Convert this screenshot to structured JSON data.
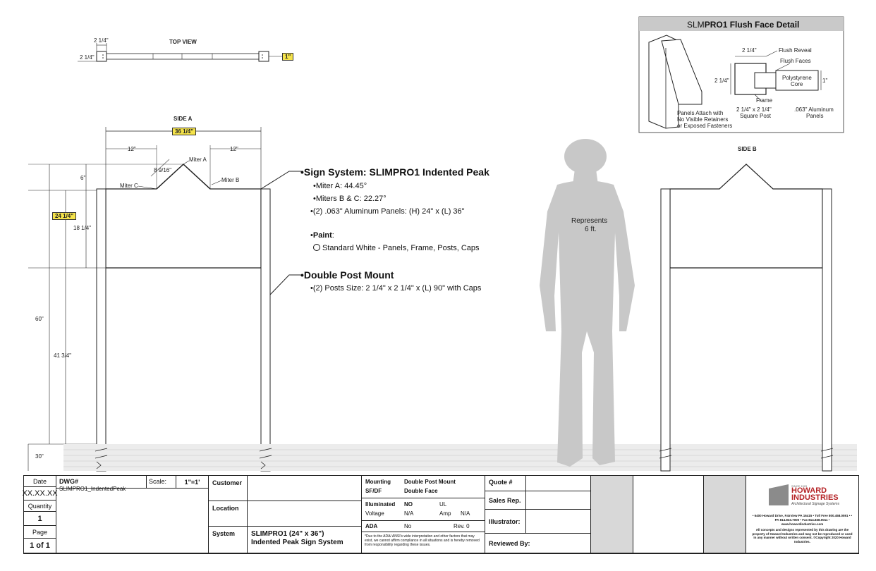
{
  "top_view": {
    "title": "TOP VIEW",
    "dim_top": "2 1/4\"",
    "dim_left": "2 1/4\"",
    "dim_right": "1\""
  },
  "side_a": {
    "title": "SIDE A",
    "overall_width": "36 1/4\"",
    "left_offset": "12\"",
    "right_offset": "12\"",
    "peak_rise": "8 9/16\"",
    "miter_a": "Miter A",
    "miter_b": "Miter B",
    "miter_c": "Miter C",
    "peak_height": "6\"",
    "total_height": "24 1/4\"",
    "panel_height": "18 1/4\"",
    "post_height": "60\"",
    "post_below_panel": "41 3/4\"",
    "post_burial": "30\""
  },
  "side_b": {
    "title": "SIDE B"
  },
  "person": {
    "line1": "Represents",
    "line2": "6 ft."
  },
  "specs": {
    "sign_title": "Sign System: SLIMPRO1 Indented Peak",
    "miter_a": "Miter A: 44.45°",
    "miters_bc": "Miters B & C: 22.27°",
    "panels": "(2) .063\" Aluminum Panels: (H) 24\" x (L) 36\"",
    "paint_label": "Paint",
    "paint_colon": ":",
    "paint_option": "Standard White - Panels, Frame, Posts, Caps",
    "mount_title": "Double Post Mount",
    "posts": "(2) Posts Size: 2 1/4\" x 2 1/4\" x (L) 90\"  with Caps"
  },
  "detail": {
    "title_prefix": "SLM",
    "title_rest": "PRO1 Flush Face Detail",
    "dim_w": "2 1/4\"",
    "dim_h": "2 1/4\"",
    "flush_reveal": "Flush Reveal",
    "flush_faces": "Flush Faces",
    "polystyrene": "Polystyrene",
    "core": "Core",
    "one_inch": "1\"",
    "frame": "Frame",
    "square_post_1": "2 1/4\" x 2 1/4\"",
    "square_post_2": "Square Post",
    "aluminum_1": ".063\" Aluminum",
    "aluminum_2": "Panels",
    "attach_1": "Panels Attach with",
    "attach_2": "No Visible Retainers",
    "attach_3": "or Exposed Fasteners"
  },
  "title_block": {
    "date_label": "Date",
    "date_value": "XX.XX.XX",
    "quantity_label": "Quantity",
    "quantity_value": "1",
    "page_label": "Page",
    "page_value": "1 of 1",
    "dwg_label": "DWG#",
    "dwg_value": "SLIMPRO1_IndentedPeak",
    "scale_label": "Scale:",
    "scale_value": "1\"=1'",
    "customer_label": "Customer",
    "location_label": "Location",
    "system_label": "System",
    "system_value_1": "SLIMPRO1 (24\" x 36\")",
    "system_value_2": "Indented Peak Sign System",
    "mounting_label": "Mounting",
    "mounting_value": "Double Post Mount",
    "sfdf_label": "SF/DF",
    "sfdf_value": "Double Face",
    "illuminated_label": "Illuminated",
    "illuminated_value": "NO",
    "ul_label": "UL",
    "voltage_label": "Voltage",
    "voltage_value": "N/A",
    "amp_label": "Amp",
    "amp_value": "N/A",
    "ada_label": "ADA",
    "ada_value": "No",
    "rev_label": "Rev. 0",
    "ada_note": "*Due to the ADA/ ANSI's wide interpretation and other factors that may exist, we cannot affirm compliance in all situations and is hereby removed from responsibility regarding these issues.",
    "quote_label": "Quote #",
    "sales_label": "Sales Rep.",
    "illustrator_label": "Illustrator:",
    "reviewed_label": "Reviewed By:",
    "company_1": "HOWARD",
    "company_2": "INDUSTRIES",
    "company_tag": "Architectural Signage Systems",
    "company_since": "SINCE 1929",
    "address": "• 6400 Howard Drive, Fairview PA 16415 • Toll Free 800.458.0591 • • PA 814.833.7000 • Fax 814.838.0011 •",
    "website": "www.howardindustries.com",
    "legal": "All concepts and designs represented by this drawing are the property of Howard Industries and may not be reproduced or used in any manner without written consent. ©Copyright 2020 Howard Industries."
  },
  "colors": {
    "highlight": "#f5e34a",
    "silhouette": "#c8c8c8",
    "header_gray": "#c9c9c9"
  }
}
